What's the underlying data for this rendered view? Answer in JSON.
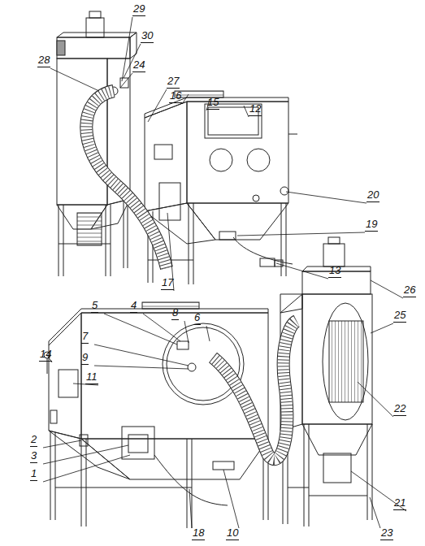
{
  "diagram": {
    "labels": [
      "29",
      "30",
      "28",
      "24",
      "27",
      "16",
      "15",
      "12",
      "20",
      "19",
      "13",
      "17",
      "5",
      "4",
      "8",
      "6",
      "26",
      "25",
      "7",
      "14",
      "9",
      "11",
      "22",
      "2",
      "3",
      "1",
      "18",
      "10",
      "23",
      "21"
    ]
  }
}
